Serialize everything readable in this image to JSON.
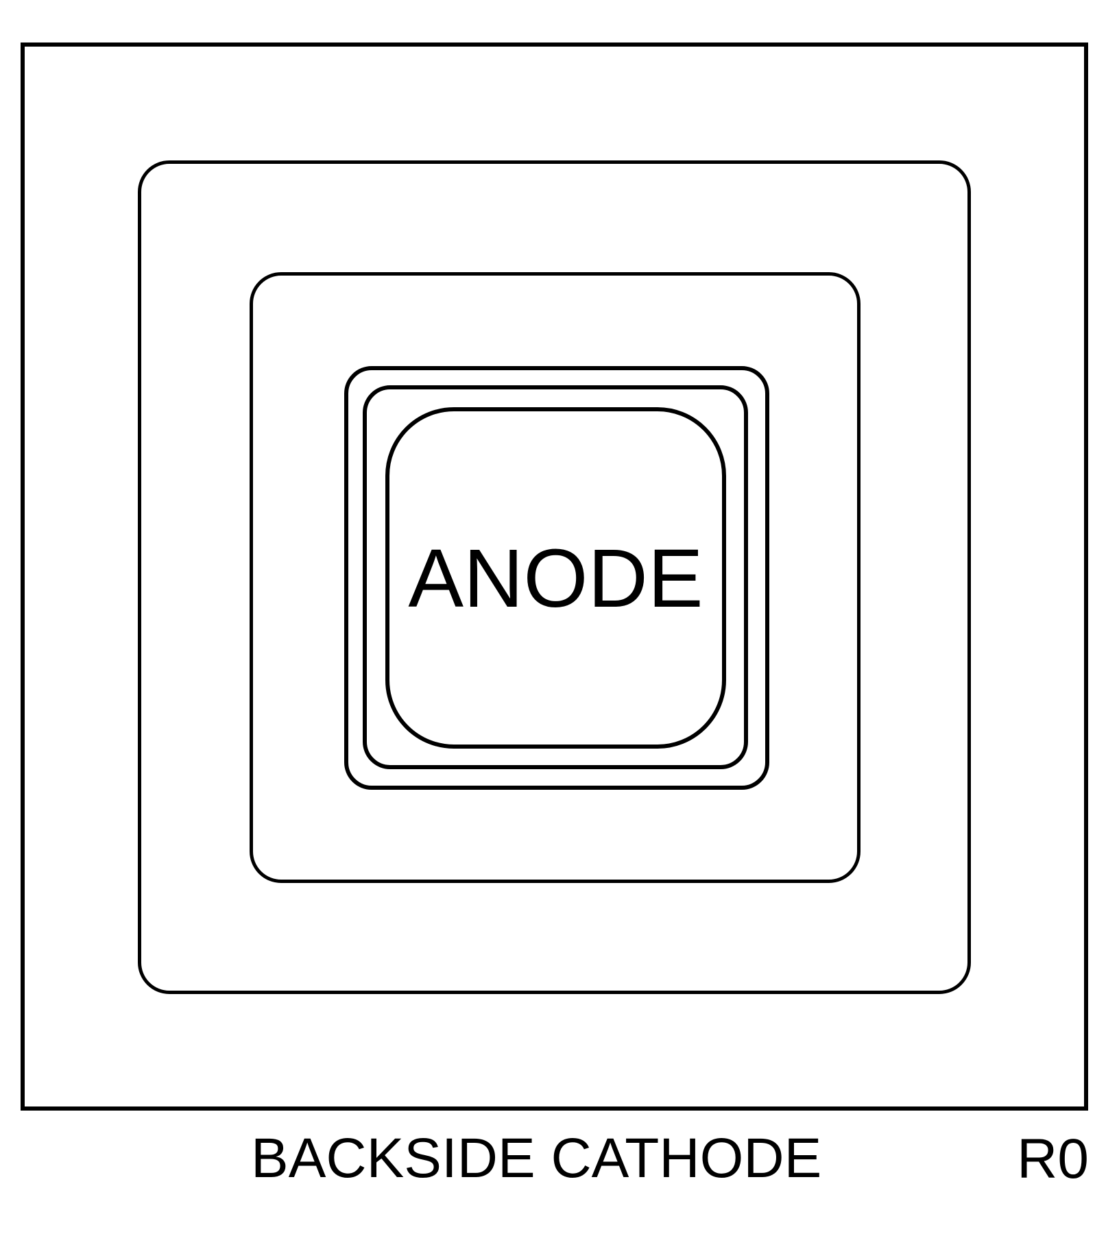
{
  "diagram": {
    "labels": {
      "anode": "ANODE",
      "backside_cathode": "BACKSIDE CATHODE",
      "revision": "R0"
    },
    "colors": {
      "line": "#000000",
      "background": "#ffffff"
    }
  }
}
